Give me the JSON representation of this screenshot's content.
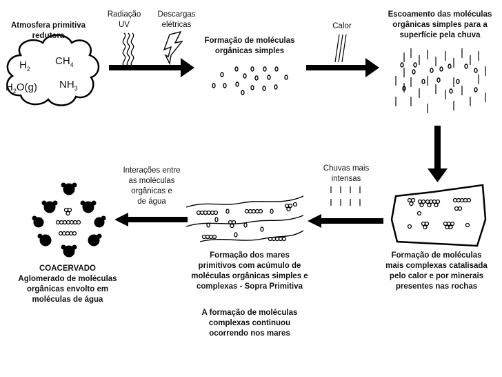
{
  "atmosphere": {
    "title_line1": "Atmosfera primitiva",
    "title_line2": "redutora",
    "h2": "H",
    "h2_sub": "2",
    "ch4": "CH",
    "ch4_sub": "4",
    "h2o_a": "H",
    "h2o_sub": "2",
    "h2o_b": "O(g)",
    "nh3": "NH",
    "nh3_sub": "3"
  },
  "energy": {
    "uv": "Radiação\nUV",
    "discharges": "Descargas\nelétricas",
    "heat": "Calor",
    "rain": "Chuvas mais\nintensas",
    "interactions": "Interações entre\nas moléculas\norgânicas e\nde água"
  },
  "steps": {
    "simple": "Formação de moléculas\norgânicas simples",
    "runoff": "Escoamento das moléculas\norgânicas simples para a\nsuperfície pela chuva",
    "complex_rocks": "Formação de moléculas\nmais complexas catalisada\npelo calor e por minerais\npresentes nas rochas",
    "seas": "Formação dos mares\nprimitivos com acúmulo de\nmoléculas orgânicas simples e\ncomplexas - Sopra Primitiva",
    "seas_note": "A formação de moléculas\ncomplexas continuou\nocorrendo nos mares",
    "coacervate_title": "COACERVADO",
    "coacervate_desc": "Aglomerado de moléculas\norgânicas envolto em\nmoléculas de água"
  }
}
